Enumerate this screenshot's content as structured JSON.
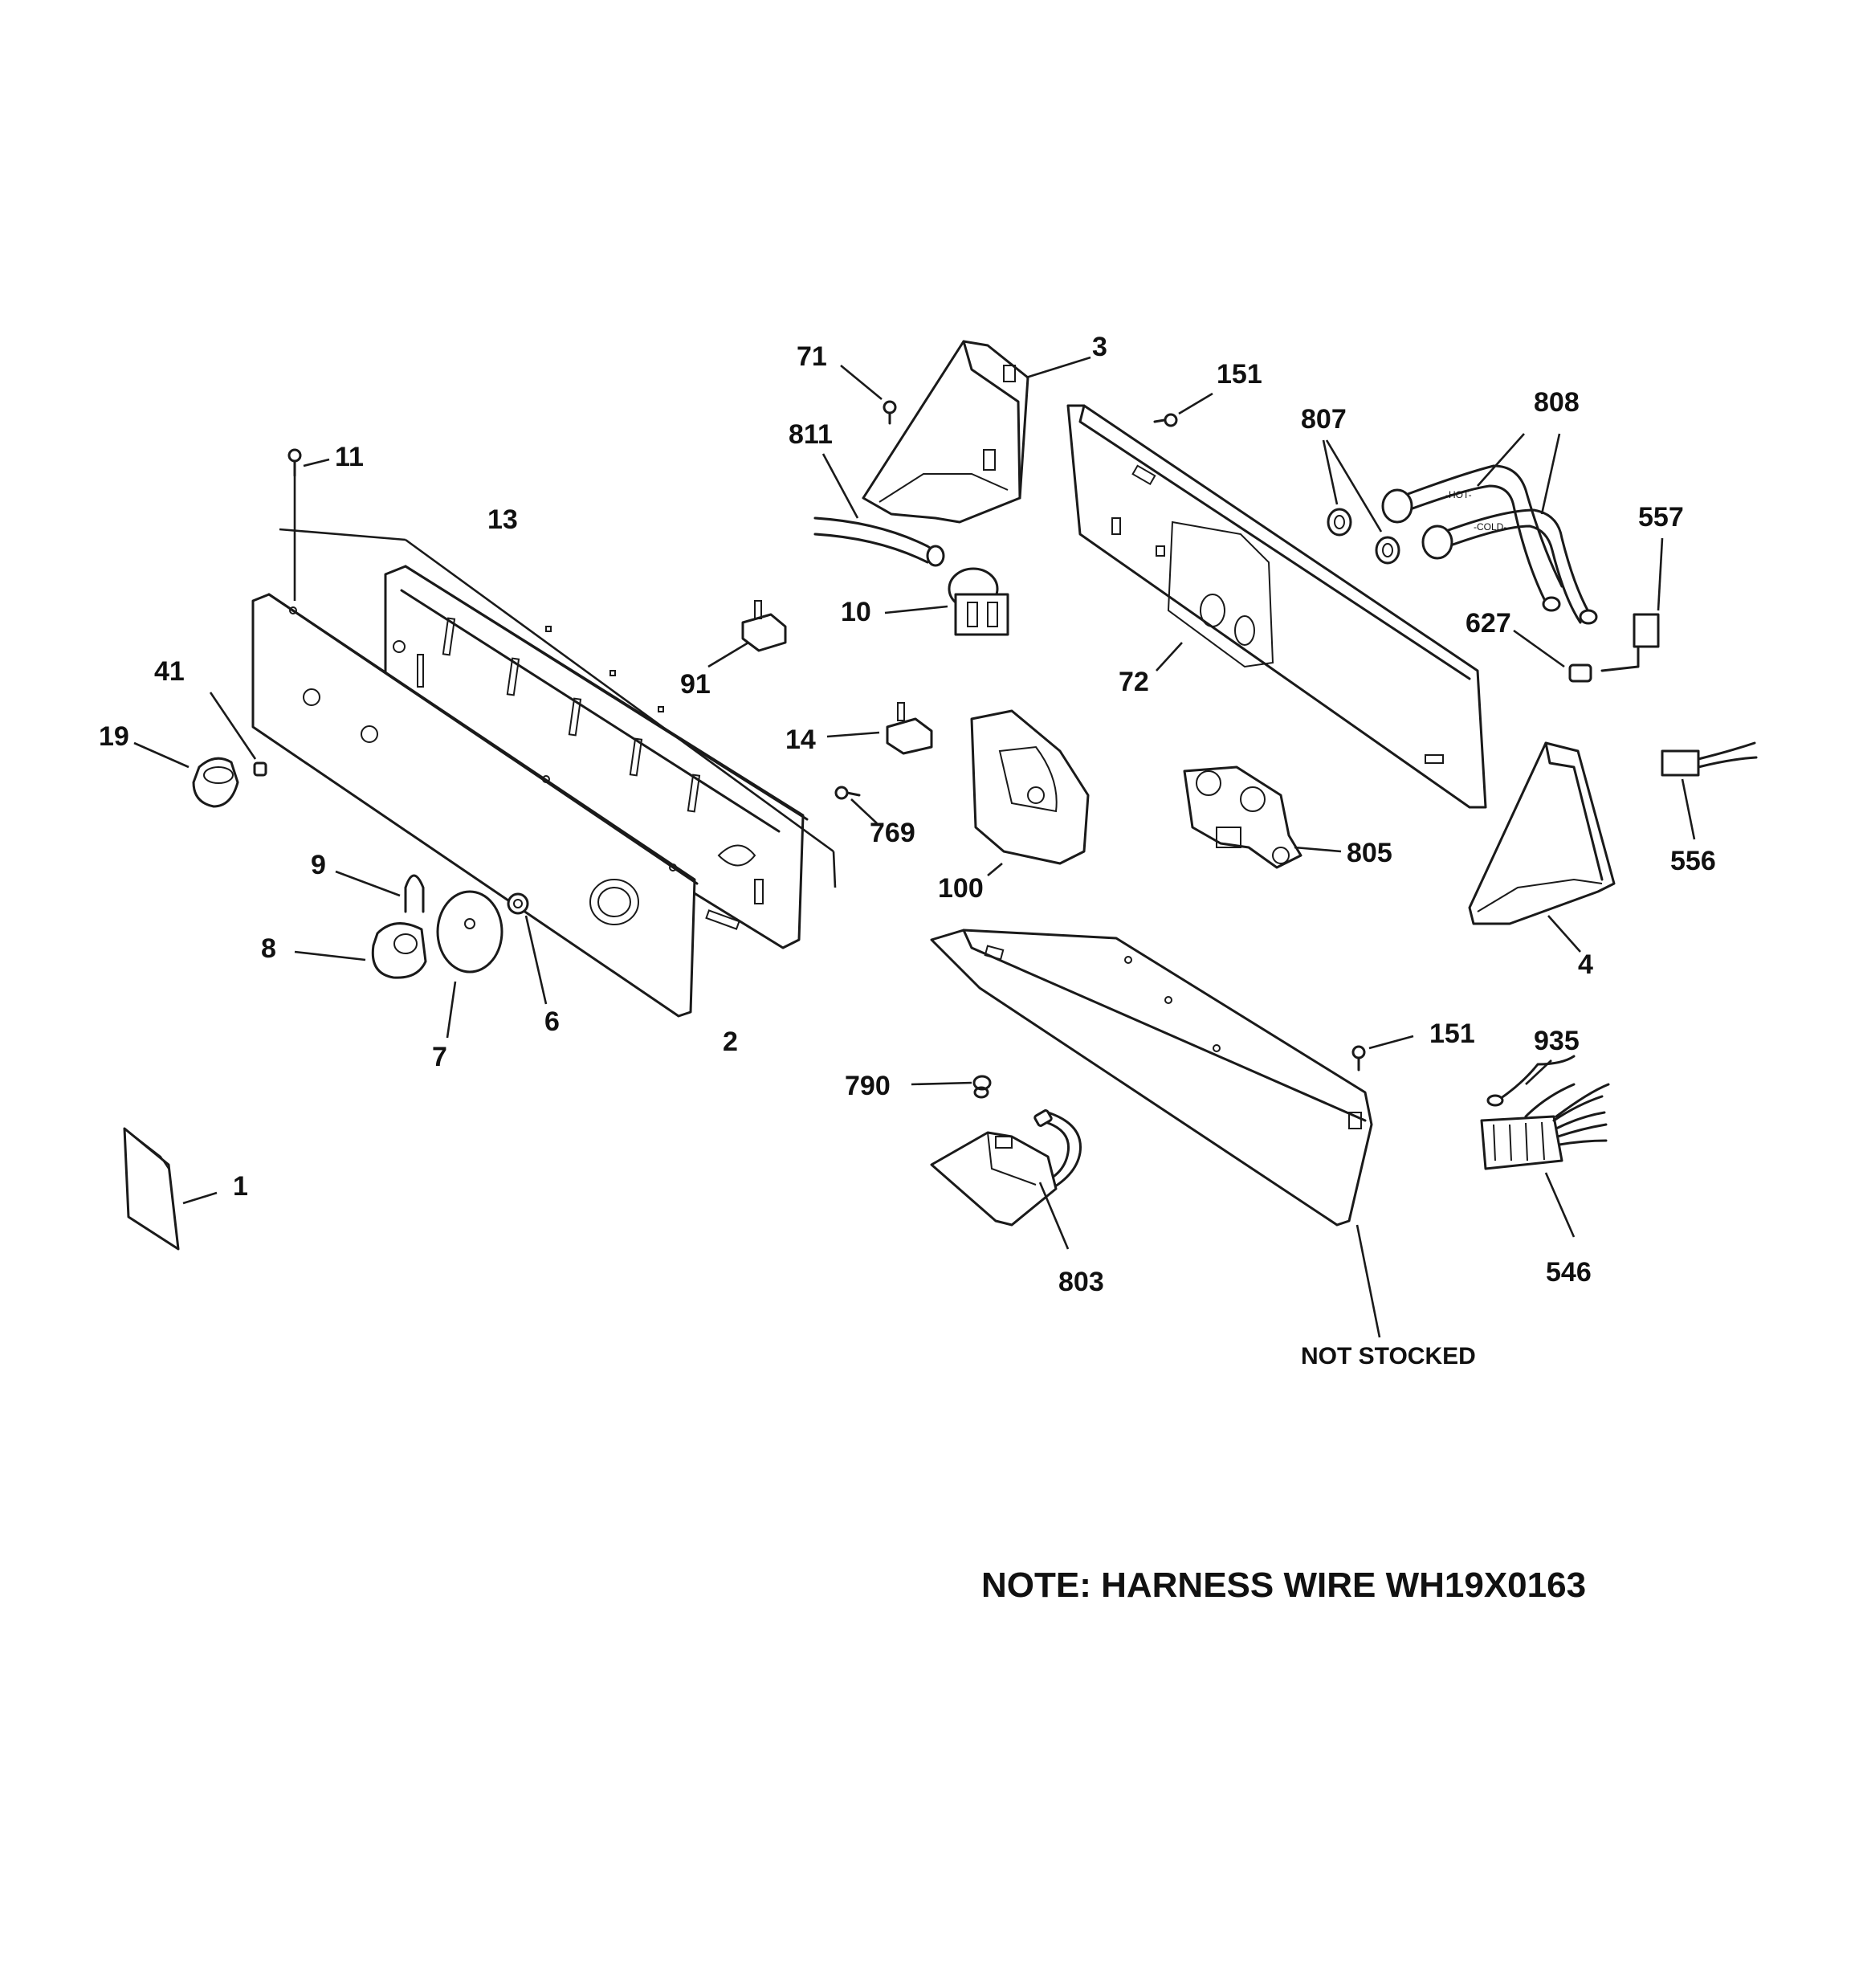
{
  "labels": {
    "p1": "1",
    "p2": "2",
    "p3": "3",
    "p4": "4",
    "p6": "6",
    "p7": "7",
    "p8": "8",
    "p9": "9",
    "p10": "10",
    "p11": "11",
    "p13": "13",
    "p14": "14",
    "p19": "19",
    "p41": "41",
    "p71": "71",
    "p72": "72",
    "p91": "91",
    "p100": "100",
    "p151a": "151",
    "p151b": "151",
    "p546": "546",
    "p556": "556",
    "p557": "557",
    "p627": "627",
    "p769": "769",
    "p790": "790",
    "p803": "803",
    "p805": "805",
    "p807": "807",
    "p808": "808",
    "p811": "811",
    "p935": "935",
    "not_stocked": "NOT STOCKED"
  },
  "hose_marks": {
    "hot": "-HOT-",
    "cold": "-COLD-"
  },
  "note": "NOTE: HARNESS WIRE WH19X0163"
}
